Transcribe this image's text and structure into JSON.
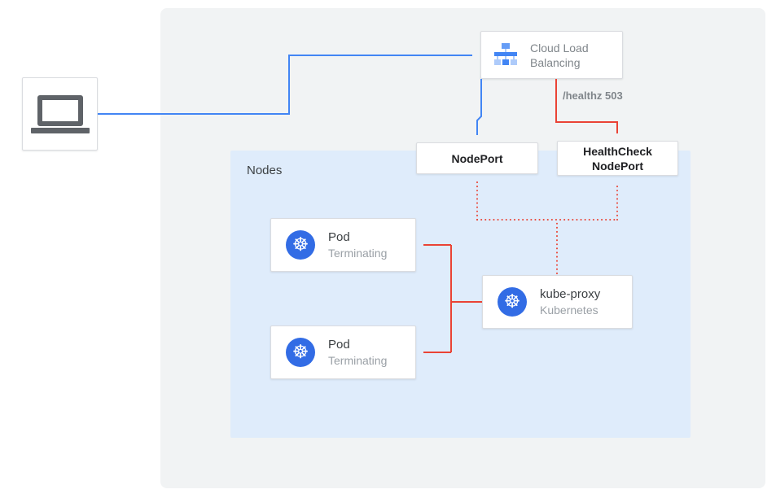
{
  "colors": {
    "traffic_blue": "#4285f4",
    "health_red": "#ea4335",
    "outer_panel_bg": "#f1f3f4",
    "nodes_panel_bg": "#dfecfb",
    "card_border": "#dadce0",
    "kubernetes_blue": "#326ce5",
    "text_dark": "#3c4043",
    "text_gray": "#80868b"
  },
  "client": {
    "icon": "laptop-icon"
  },
  "load_balancer": {
    "icon": "cloud-load-balancing-icon",
    "label": "Cloud Load Balancing"
  },
  "health_check_label": "/healthz 503",
  "node_port": {
    "label": "NodePort"
  },
  "health_check_node_port": {
    "line1": "HealthCheck",
    "line2": "NodePort"
  },
  "nodes_panel": {
    "label": "Nodes"
  },
  "pods": [
    {
      "icon": "kubernetes-icon",
      "title": "Pod",
      "status": "Terminating"
    },
    {
      "icon": "kubernetes-icon",
      "title": "Pod",
      "status": "Terminating"
    }
  ],
  "kube_proxy": {
    "icon": "kubernetes-icon",
    "title": "kube-proxy",
    "subtitle": "Kubernetes"
  },
  "edges": [
    {
      "from": "client",
      "to": "cloud-load-balancing",
      "style": "solid",
      "color": "#4285f4"
    },
    {
      "from": "cloud-load-balancing",
      "to": "node-port",
      "style": "solid",
      "color": "#4285f4"
    },
    {
      "from": "cloud-load-balancing",
      "to": "health-check-node-port",
      "style": "solid",
      "color": "#ea4335",
      "label": "/healthz 503"
    },
    {
      "from": "kube-proxy",
      "to": "node-port",
      "style": "dotted",
      "color": "#ea4335"
    },
    {
      "from": "kube-proxy",
      "to": "health-check-node-port",
      "style": "dotted",
      "color": "#ea4335"
    },
    {
      "from": "kube-proxy",
      "to": "pod-terminating-1",
      "style": "solid",
      "color": "#ea4335"
    },
    {
      "from": "kube-proxy",
      "to": "pod-terminating-2",
      "style": "solid",
      "color": "#ea4335"
    }
  ]
}
